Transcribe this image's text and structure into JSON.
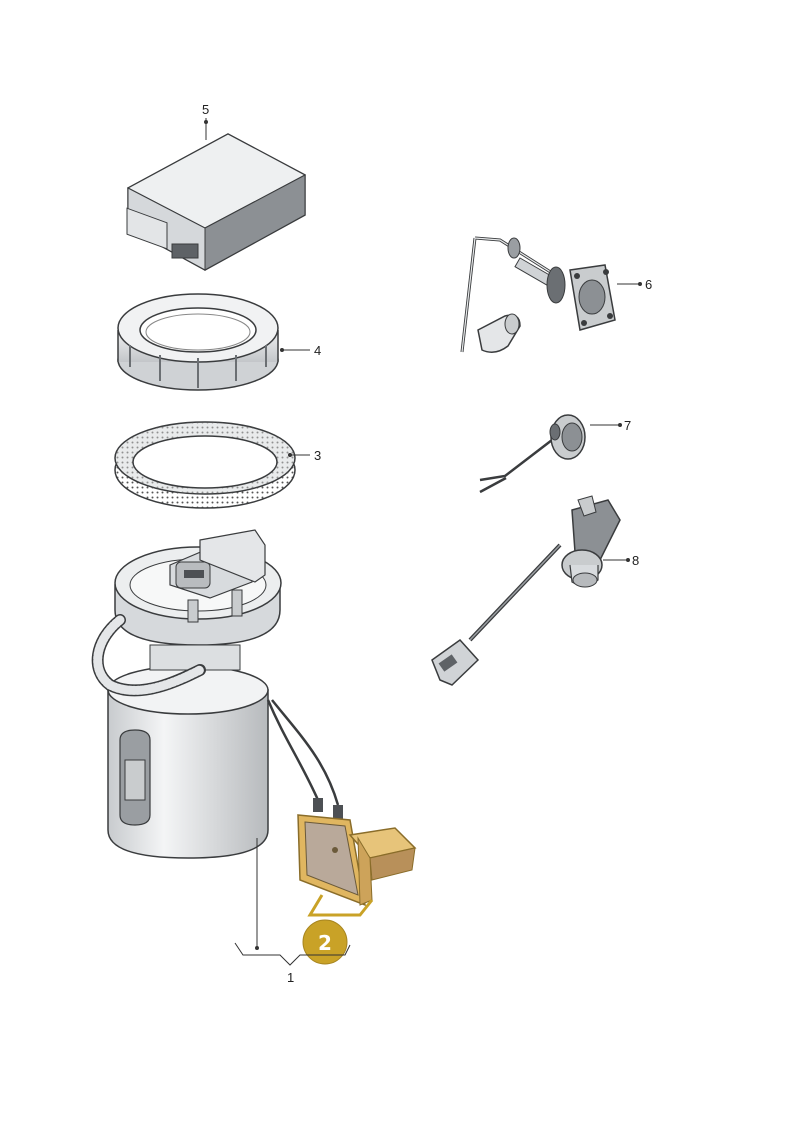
{
  "callouts": [
    {
      "id": "1",
      "label": "1"
    },
    {
      "id": "3",
      "label": "3"
    },
    {
      "id": "4",
      "label": "4"
    },
    {
      "id": "5",
      "label": "5"
    },
    {
      "id": "6",
      "label": "6"
    },
    {
      "id": "7",
      "label": "7"
    },
    {
      "id": "8",
      "label": "8"
    }
  ],
  "highlight_badge": {
    "label": "2",
    "color": "#c9a227"
  },
  "colors": {
    "part_fill": "#e9ebec",
    "part_shade": "#c9ccce",
    "part_dark": "#6b6f73",
    "outline": "#3a3c3e",
    "highlight": "#d8b05a"
  },
  "parts": [
    {
      "callout": "5",
      "name": "control-unit-icon"
    },
    {
      "callout": "4",
      "name": "lock-ring-icon"
    },
    {
      "callout": "3",
      "name": "seal-gasket-icon"
    },
    {
      "callout": "1",
      "name": "fuel-pump-module-icon"
    },
    {
      "callout": "2",
      "name": "bracket-icon"
    },
    {
      "callout": "6",
      "name": "level-sender-float-icon"
    },
    {
      "callout": "7",
      "name": "sensor-with-lever-icon"
    },
    {
      "callout": "8",
      "name": "wiring-harness-connector-icon"
    }
  ]
}
